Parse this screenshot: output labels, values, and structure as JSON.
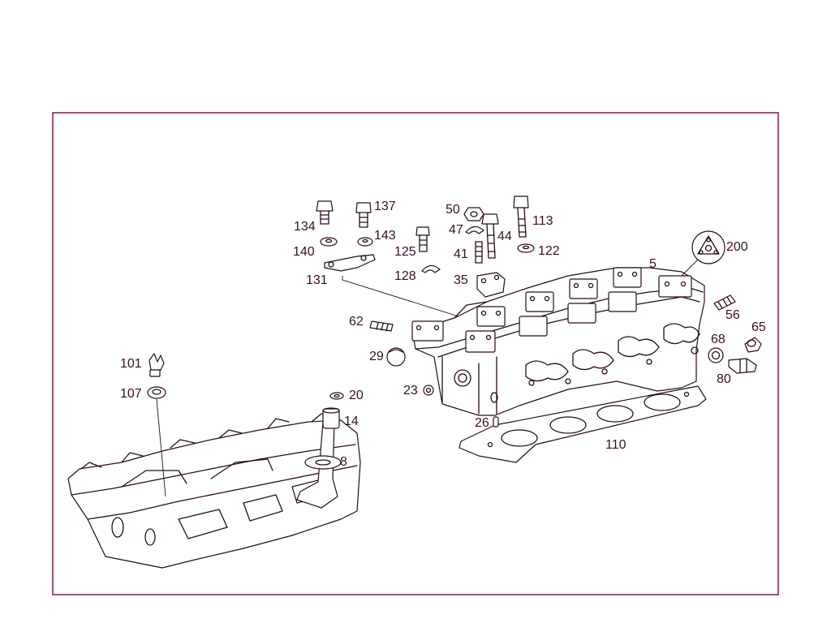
{
  "diagram": {
    "colors": {
      "line": "#2a0c18",
      "frame": "#6b1030",
      "text": "#3a1020"
    },
    "labels": {
      "p5": "5",
      "p200": "200",
      "p113": "113",
      "p122": "122",
      "p44": "44",
      "p50": "50",
      "p47": "47",
      "p41": "41",
      "p35": "35",
      "p137": "137",
      "p143": "143",
      "p125": "125",
      "p128": "128",
      "p134": "134",
      "p140": "140",
      "p131": "131",
      "p62": "62",
      "p29": "29",
      "p23": "23",
      "p26": "26",
      "p56": "56",
      "p65": "65",
      "p68": "68",
      "p80": "80",
      "p110": "110",
      "p101": "101",
      "p107": "107",
      "p20": "20",
      "p14": "14",
      "p8": "8"
    }
  }
}
